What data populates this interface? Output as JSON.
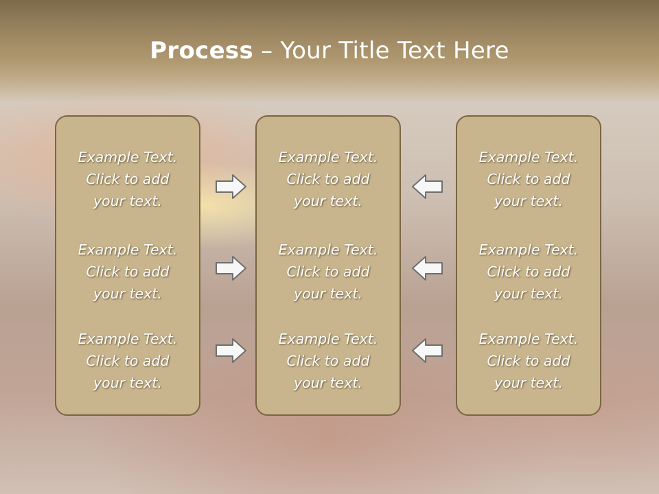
{
  "title": {
    "bold": "Process",
    "rest": " – Your Title Text Here"
  },
  "columns": [
    {
      "items": [
        {
          "l1": "Example Text.",
          "l2": "Click  to add",
          "l3": "your text."
        },
        {
          "l1": "Example Text.",
          "l2": "Click  to add",
          "l3": "your text."
        },
        {
          "l1": "Example Text.",
          "l2": "Click  to add",
          "l3": "your text."
        }
      ]
    },
    {
      "items": [
        {
          "l1": "Example Text.",
          "l2": "Click  to add",
          "l3": "your text."
        },
        {
          "l1": "Example Text.",
          "l2": "Click  to add",
          "l3": "your text."
        },
        {
          "l1": "Example Text.",
          "l2": "Click  to add",
          "l3": "your text."
        }
      ]
    },
    {
      "items": [
        {
          "l1": "Example Text.",
          "l2": "Click  to add",
          "l3": "your text."
        },
        {
          "l1": "Example Text.",
          "l2": "Click  to add",
          "l3": "your text."
        },
        {
          "l1": "Example Text.",
          "l2": "Click  to add",
          "l3": "your text."
        }
      ]
    }
  ],
  "arrows": {
    "left_group": "right-arrow-icon",
    "right_group": "left-arrow-icon"
  },
  "colors": {
    "panel": "#c8b58d",
    "panel_border": "#7a6544",
    "arrow_fill": "#f7f7f7",
    "arrow_stroke": "#6e6e6e"
  }
}
